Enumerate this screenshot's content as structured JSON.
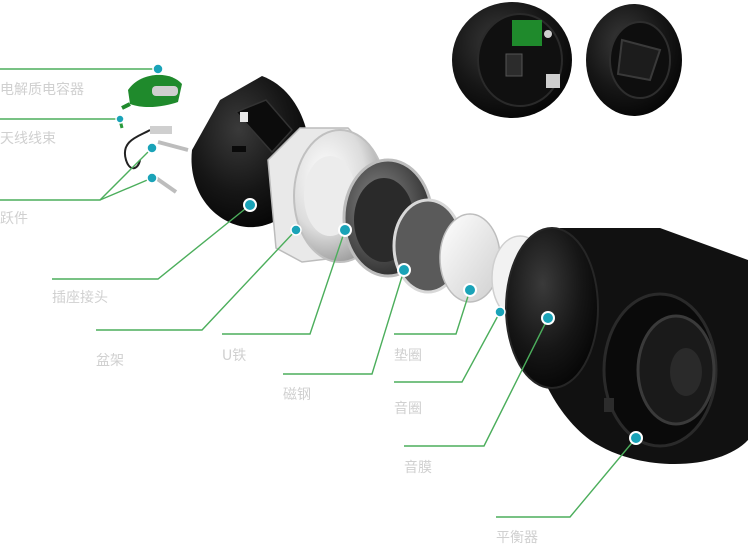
{
  "labels": {
    "capacitor": "电解质电容器",
    "antenna": "天线线束",
    "spring": "跃件",
    "connector": "插座接头",
    "basket": "盆架",
    "u_iron": "U铁",
    "magnet": "磁钢",
    "gasket": "垫圈",
    "voice_coil": "音圈",
    "diaphragm": "音膜",
    "balancer": "平衡器"
  },
  "colors": {
    "callout_line": "#4cae5c",
    "marker": "#1aa3b8",
    "body": "#141414",
    "pcb": "#1f8a2c"
  }
}
